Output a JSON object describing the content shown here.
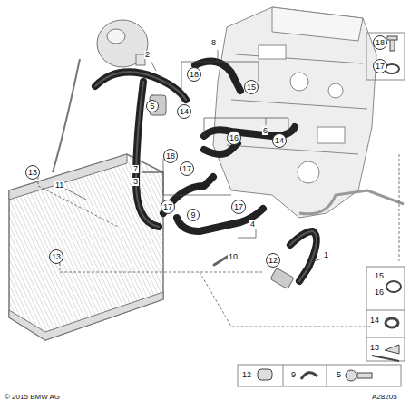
{
  "diagram": {
    "nodes": [
      {
        "text": [
          "18"
        ]
      },
      {
        "text": [
          "17"
        ]
      },
      {
        "text": [
          "18"
        ]
      },
      {
        "text": [
          "15"
        ]
      },
      {
        "text": [
          "5"
        ]
      },
      {
        "text": [
          "14"
        ]
      },
      {
        "text": [
          "16"
        ]
      },
      {
        "text": [
          "14"
        ]
      },
      {
        "text": [
          "18"
        ]
      },
      {
        "text": [
          "17"
        ]
      },
      {
        "text": [
          "13"
        ]
      },
      {
        "text": [
          "17"
        ]
      },
      {
        "text": [
          "17"
        ]
      },
      {
        "text": [
          "9"
        ]
      },
      {
        "text": [
          "12"
        ]
      },
      {
        "text": [
          "13"
        ]
      }
    ],
    "edges": [],
    "labels": [
      "2",
      "8",
      "6",
      "7",
      "3",
      "11",
      "4",
      "10",
      "1",
      "15",
      "16",
      "14",
      "13",
      "12",
      "9",
      "5",
      "A28205",
      "© 2015 BMW AG"
    ]
  }
}
